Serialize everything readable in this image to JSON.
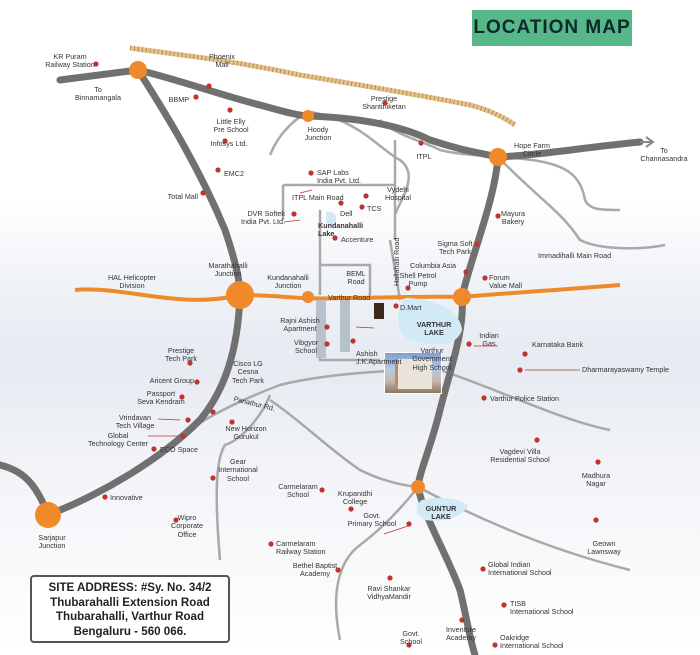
{
  "title": "LOCATION MAP",
  "site_address": {
    "line1": "SITE ADDRESS: #Sy. No. 34/2",
    "line2": "Thubarahalli Extension Road",
    "line3": "Thubarahalli, Varthur Road",
    "line4": "Bengaluru - 560 066."
  },
  "colors": {
    "title_bg": "#56b788",
    "marker": "#c0332f",
    "junction": "#f0892a",
    "road": "#777777",
    "lake": "#d2e9f6"
  },
  "places": {
    "kr_puram": "KR Puram\nRailway Station",
    "to_binnamangala": "To\nBinnamangala",
    "phoenix_mall": "Phoenix\nMall",
    "bbmp": "BBMP",
    "little_elly": "Little Elly\nPre School",
    "infosys": "Infosys Ltd.",
    "emc2": "EMC2",
    "total_mall": "Total Mall",
    "prestige_shantiniketan": "Prestige\nShantiniketan",
    "hoody_junction": "Hoody\nJunction",
    "itpl": "ITPL",
    "hope_farm": "Hope Farm\nCircle",
    "to_channasandra": "To\nChannasandra",
    "sap_labs": "SAP Labs\nIndia Pvt. Ltd.",
    "itpl_main_road": "ITPL Main Road",
    "vydehi": "Vydehi\nHospital",
    "dvr_softek": "DVR Softek\nIndia Pvt. Ltd.",
    "dell": "Dell",
    "tcs": "TCS",
    "kundanahalli_lake": "Kundanahalli\nLake",
    "accenture": "Accenture",
    "mayura_bakery": "Mayura\nBakery",
    "immadihalli_road": "Immadihalli Main Road",
    "hal_heli": "HAL Helicopter\nDivision",
    "marathahalli_jn": "Marathahalli\nJunction",
    "kundanahalli_jn": "Kundanahalli\nJunction",
    "beml_road": "BEML\nRoad",
    "hallahalli_road": "Hallahalli Road",
    "sigma_soft": "Sigma Soft\nTech Park",
    "columbia_asia": "Columbia Asia",
    "shell_petrol": "Shell Petrol\nPump",
    "forum_mall": "Forum\nValue Mall",
    "varthur_road": "Varthur Road",
    "rajni_ashish": "Rajni Ashish\nApartment",
    "dmart": "D.Mart",
    "varthur_lake": "VARTHUR\nLAKE",
    "indian_gas": "Indian\nGas",
    "karnataka_bank": "Karnataka Bank",
    "vibgyor": "Vibgyor\nSchool",
    "ashish_jk": "Ashish\nJ.K.Apartment",
    "varthur_govt_school": "Varthur\nGovernment\nHigh School",
    "dharmaraya_temple": "Dharmarayaswamy Temple",
    "prestige_tech": "Prestige\nTech Park",
    "aricent": "Aricent Group",
    "passport": "Passport\nSeva Kendram",
    "vrindavan": "Vrindavan\nTech Village",
    "global_tech": "Global\nTechnology Center",
    "eco_space": "ECO Space",
    "cisco": "Cisco LG\nCesna\nTech Park",
    "panathur_rd": "Panathur Rd.",
    "new_horizon": "New Horizon\nGurukul",
    "varthur_police": "Varthur Police Station",
    "vagdevi": "Vagdevi Villa\nResidential School",
    "madhura_nagar": "Madhura\nNagar",
    "gear_school": "Gear\nInternational\nSchool",
    "carmelaram_school": "Carmelaram\nSchool",
    "krupanidhi": "Krupanidhi\nCollege",
    "govt_primary": "Govt.\nPrimary School",
    "guntur_lake": "GUNTUR\nLAKE",
    "sarjapur_jn": "Sarjapur\nJunction",
    "innovative": "Innovative",
    "wipro": "Wipro\nCorporate\nOffice",
    "carmelaram_rs": "Carmelaram\nRailway Station",
    "geown": "Geown\nLawnsway",
    "bethel": "Bethel Baptist\nAcademy",
    "ravi_shankar": "Ravi Shankar\nVidhyaMandir",
    "global_indian": "Global Indian\nInternational School",
    "tisb": "TISB\nInternational School",
    "inventure": "Inventure\nAcademy",
    "oakridge": "Oakridge\nInternational School",
    "govt_school": "Govt.\nSchool"
  }
}
